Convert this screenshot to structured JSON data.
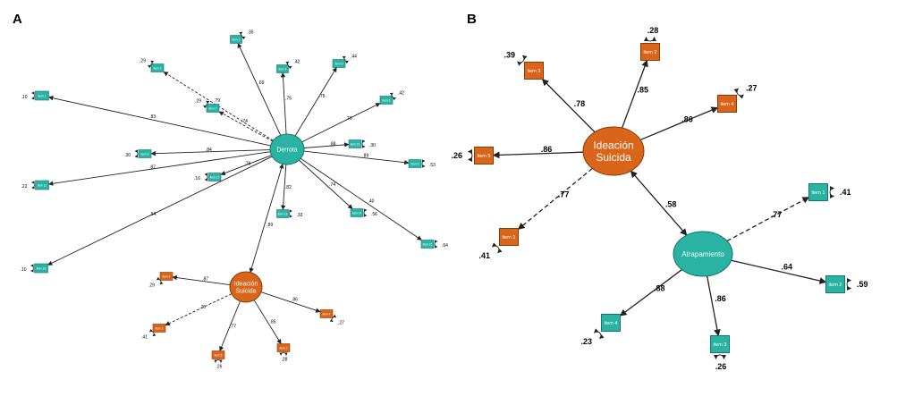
{
  "colors": {
    "teal": "#2ab3a3",
    "teal_stroke": "#13776c",
    "orange": "#d9651b",
    "orange_stroke": "#8a3a06",
    "line": "#222222"
  },
  "panel_a": {
    "label": "A",
    "latents": [
      {
        "id": "derrota",
        "text": [
          "Derrota"
        ]
      },
      {
        "id": "ideacion",
        "text": [
          "Ideación",
          "Suicida"
        ]
      }
    ],
    "indicators": [
      {
        "id": "a1",
        "text": "item 1",
        "latent": "derrota",
        "coef": ".83",
        "res": ".10",
        "dashed": false
      },
      {
        "id": "a2",
        "text": "item 2",
        "latent": "derrota",
        "coef": ".79",
        "res": ".29",
        "dashed": true
      },
      {
        "id": "a3",
        "text": "item 3",
        "latent": "derrota",
        "coef": ".69",
        "res": ".35",
        "dashed": false
      },
      {
        "id": "a4",
        "text": "item 4",
        "latent": "derrota",
        "coef": ".75",
        "res": ".42",
        "dashed": false
      },
      {
        "id": "a5",
        "text": "item 5",
        "latent": "derrota",
        "coef": ".75",
        "res": ".44",
        "dashed": false
      },
      {
        "id": "a6",
        "text": "item 6",
        "latent": "derrota",
        "coef": ".76",
        "res": ".42",
        "dashed": false
      },
      {
        "id": "a7",
        "text": "item 7",
        "latent": "derrota",
        "coef": ".74",
        "res": ".29",
        "dashed": true
      },
      {
        "id": "a8",
        "text": "item 8",
        "latent": "derrota",
        "coef": ".84",
        "res": ".30",
        "dashed": false
      },
      {
        "id": "a9",
        "text": "item 9",
        "latent": "derrota",
        "coef": ".89",
        "res": ".53",
        "dashed": false
      },
      {
        "id": "a10",
        "text": "item 10",
        "latent": "derrota",
        "coef": ".88",
        "res": ".30",
        "dashed": false
      },
      {
        "id": "a11",
        "text": "item 11",
        "latent": "derrota",
        "coef": ".87",
        "res": ".22",
        "dashed": false
      },
      {
        "id": "a12",
        "text": "item 12",
        "latent": "derrota",
        "coef": ".76",
        "res": ".16",
        "dashed": false
      },
      {
        "id": "a13",
        "text": "item 13",
        "latent": "derrota",
        "coef": ".82",
        "res": ".33",
        "dashed": false
      },
      {
        "id": "a14",
        "text": "item 14",
        "latent": "derrota",
        "coef": ".74",
        "res": ".56",
        "dashed": false
      },
      {
        "id": "a15",
        "text": "item 15",
        "latent": "derrota",
        "coef": ".40",
        "res": ".64",
        "dashed": false
      },
      {
        "id": "a16",
        "text": "item 16",
        "latent": "derrota",
        "coef": ".54",
        "res": ".10",
        "dashed": false
      },
      {
        "id": "a17",
        "text": "item 3",
        "latent": "ideacion",
        "coef": ".87",
        "res": ".29",
        "dashed": false
      },
      {
        "id": "a18",
        "text": "item 1",
        "latent": "ideacion",
        "coef": ".76",
        "res": ".41",
        "dashed": true
      },
      {
        "id": "a19",
        "text": "item 5",
        "latent": "ideacion",
        "coef": ".77",
        "res": ".26",
        "dashed": false
      },
      {
        "id": "a20",
        "text": "item 2",
        "latent": "ideacion",
        "coef": ".85",
        "res": ".28",
        "dashed": false
      },
      {
        "id": "a21",
        "text": "item 4",
        "latent": "ideacion",
        "coef": ".86",
        "res": ".27",
        "dashed": false
      }
    ],
    "covariance": {
      "from": "derrota",
      "to": "ideacion",
      "value": ".89"
    }
  },
  "panel_b": {
    "label": "B",
    "latents": [
      {
        "id": "ideacion",
        "text": [
          "Ideación",
          "Suicida"
        ]
      },
      {
        "id": "atrapamiento",
        "text": [
          "Atrapamiento"
        ]
      }
    ],
    "indicators": [
      {
        "id": "b1",
        "text": "item 3",
        "latent": "ideacion",
        "coef": ".78",
        "res": ".39",
        "dashed": false
      },
      {
        "id": "b2",
        "text": "item 2",
        "latent": "ideacion",
        "coef": ".85",
        "res": ".28",
        "dashed": false
      },
      {
        "id": "b3",
        "text": "item 4",
        "latent": "ideacion",
        "coef": ".86",
        "res": ".27",
        "dashed": false
      },
      {
        "id": "b4",
        "text": "item 5",
        "latent": "ideacion",
        "coef": ".86",
        "res": ".26",
        "dashed": false
      },
      {
        "id": "b5",
        "text": "item 1",
        "latent": "ideacion",
        "coef": ".77",
        "res": ".41",
        "dashed": true
      },
      {
        "id": "b6",
        "text": "item 1",
        "latent": "atrapamiento",
        "coef": ".77",
        "res": ".41",
        "dashed": true
      },
      {
        "id": "b7",
        "text": "item 2",
        "latent": "atrapamiento",
        "coef": ".64",
        "res": ".59",
        "dashed": false
      },
      {
        "id": "b8",
        "text": "item 3",
        "latent": "atrapamiento",
        "coef": ".86",
        "res": ".26",
        "dashed": false
      },
      {
        "id": "b9",
        "text": "item 4",
        "latent": "atrapamiento",
        "coef": ".88",
        "res": ".23",
        "dashed": false
      }
    ],
    "covariance": {
      "from": "ideacion",
      "to": "atrapamiento",
      "value": ".58"
    }
  }
}
